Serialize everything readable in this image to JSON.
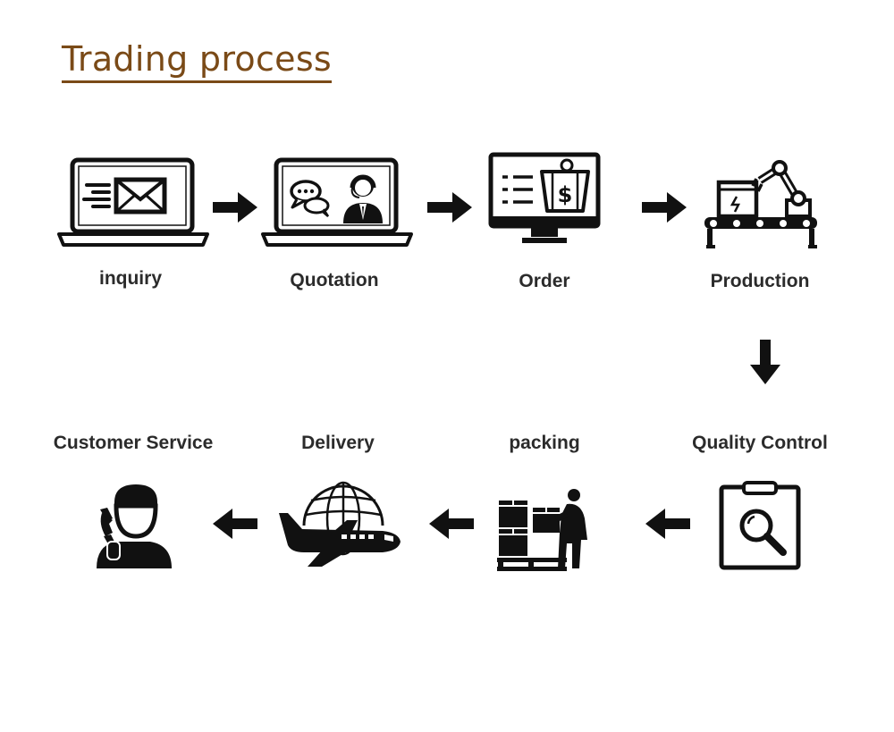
{
  "title": "Trading process",
  "steps": [
    {
      "label": "inquiry",
      "icon": "laptop-envelope-icon"
    },
    {
      "label": "Quotation",
      "icon": "laptop-support-agent-icon"
    },
    {
      "label": "Order",
      "icon": "monitor-shopping-basket-icon"
    },
    {
      "label": "Production",
      "icon": "robot-arm-conveyor-icon"
    },
    {
      "label": "Quality Control",
      "icon": "clipboard-magnifier-icon"
    },
    {
      "label": "packing",
      "icon": "worker-boxes-icon"
    },
    {
      "label": "Delivery",
      "icon": "airplane-globe-icon"
    },
    {
      "label": "Customer Service",
      "icon": "phone-agent-icon"
    }
  ],
  "colors": {
    "title": "#7a4a17",
    "icons": "#111111",
    "labels": "#2b2b2b"
  }
}
